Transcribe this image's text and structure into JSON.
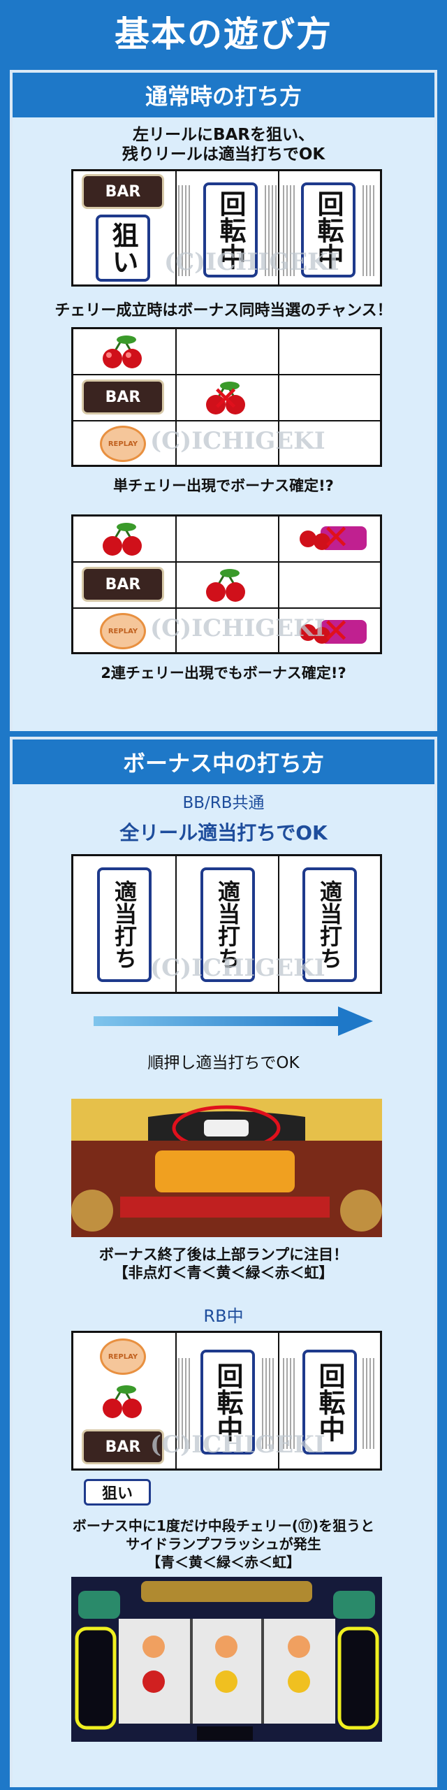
{
  "page_title": "基本の遊び方",
  "normal": {
    "header": "通常時の打ち方",
    "aim_text_line1": "左リールにBARを狙い、",
    "aim_text_line2": "残りリールは適当打ちでOK",
    "reel_bar": "BAR",
    "aim_label": "狙い",
    "spinning_label": "回転中",
    "cherry_notice": "チェリー成立時はボーナス同時当選のチャンス！",
    "single_cherry_caption": "単チェリー出現でボーナス確定!?",
    "double_cherry_caption": "2連チェリー出現でもボーナス確定!?",
    "replay_label": "REPLAY"
  },
  "bonus": {
    "header": "ボーナス中の打ち方",
    "bb_rb_label": "BB/RB共通",
    "all_reels_text": "全リール適当打ちでOK",
    "random_stop_label": "適当打ち",
    "order_text": "順押し適当打ちでOK",
    "lamp_text_line1": "ボーナス終了後は上部ランプに注目！",
    "lamp_text_line2": "【非点灯＜青＜黄＜緑＜赤＜虹】",
    "rb_label": "RB中",
    "aim_label": "狙い",
    "side_text_line1": "ボーナス中に1度だけ中段チェリー(⑰)を狙うと",
    "side_text_line2": "サイドランプフラッシュが発生",
    "side_text_line3": "【青＜黄＜緑＜赤＜虹】"
  },
  "watermark": "(C)ICHIGEKI",
  "colors": {
    "primary_blue": "#1e78c8",
    "panel_bg": "#dbedfb",
    "x_red": "#e0101c",
    "box_border": "#1e3a8c"
  }
}
